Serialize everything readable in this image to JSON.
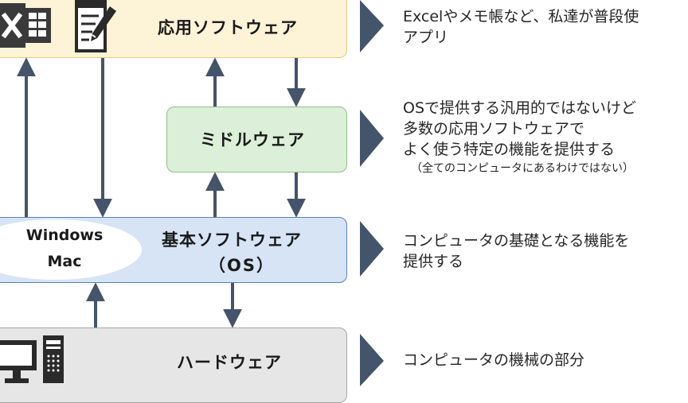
{
  "layers": {
    "application": {
      "label": "応用ソフトウェア",
      "description_lines": [
        "Excelやメモ帳など、私達が普段使",
        "アプリ"
      ]
    },
    "middleware": {
      "label": "ミドルウェア",
      "description_lines": [
        "OSで提供する汎用的ではないけど",
        "多数の応用ソフトウェアで",
        "よく使う特定の機能を提供する"
      ],
      "note": "（全てのコンピュータにあるわけではない）"
    },
    "os": {
      "label_line1": "基本ソフトウェア",
      "label_line2": "（OS）",
      "examples": [
        "Windows",
        "Mac"
      ],
      "description_lines": [
        "コンピュータの基礎となる機能を",
        "提供する"
      ]
    },
    "hardware": {
      "label": "ハードウェア",
      "description_lines": [
        "コンピュータの機械の部分"
      ]
    }
  },
  "icons": {
    "excel": "excel-icon",
    "notepad": "notepad-icon",
    "computer": "desktop-computer-icon"
  },
  "colors": {
    "application_fill": "#fdf3d7",
    "middleware_fill": "#dcefd8",
    "os_fill": "#d6e4f5",
    "hardware_fill": "#e6e6e6",
    "arrow": "#44546a",
    "chevron": "#44546a"
  }
}
